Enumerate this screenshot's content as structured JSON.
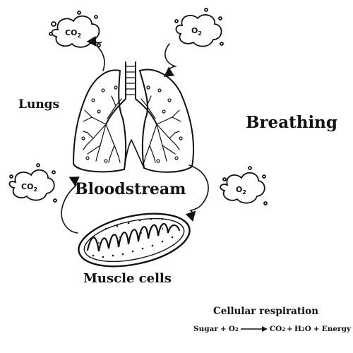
{
  "labels": {
    "lungs": "Lungs",
    "breathing": "Breathing",
    "bloodstream": "Bloodstream",
    "muscle_cells": "Muscle cells"
  },
  "bubbles": {
    "co2_top": "CO",
    "co2_top_sub": "2",
    "o2_top": "O",
    "o2_top_sub": "2",
    "co2_left": "CO",
    "co2_left_sub": "2",
    "o2_right": "O",
    "o2_right_sub": "2"
  },
  "cellular_respiration": {
    "title": "Cellular respiration",
    "sugar": "Sugar",
    "plus1": "+",
    "o2": "O",
    "o2_sub": "2",
    "co2": "CO",
    "co2_sub": "2",
    "plus2": "+",
    "h2o_h": "H",
    "h2o_sub": "2",
    "h2o_o": "O",
    "plus3": "+",
    "energy": "Energy"
  },
  "colors": {
    "ink": "#111111",
    "background": "#ffffff"
  },
  "icons": [
    "lungs-illustration",
    "mitochondrion-illustration",
    "co2-cloud-icon",
    "o2-cloud-icon",
    "curved-arrow-icon"
  ]
}
